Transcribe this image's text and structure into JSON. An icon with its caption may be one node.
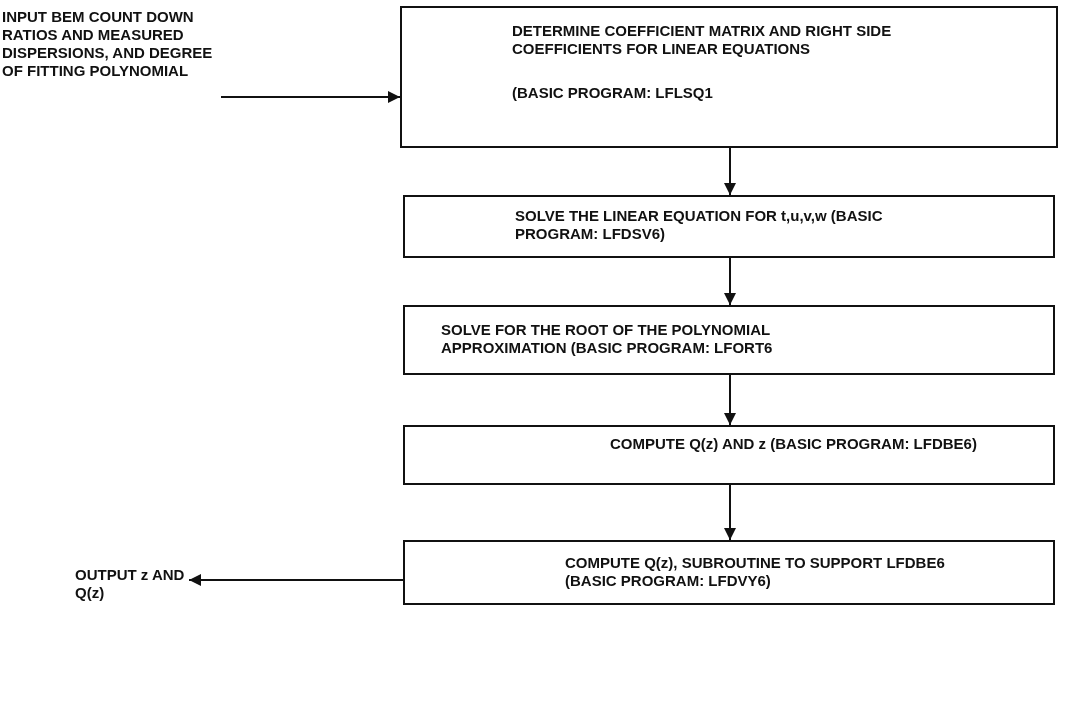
{
  "diagram": {
    "nodes": [
      {
        "text": [
          "INPUT BEM COUNT DOWN RATIOS AND MEASURED DISPERSIONS, AND DEGREE OF FITTING POLYNOMIAL"
        ]
      },
      {
        "text": [
          "DETERMINE COEFFICIENT MATRIX AND RIGHT SIDE COEFFICIENTS FOR LINEAR EQUATIONS",
          "(BASIC PROGRAM: LFLSQ1"
        ]
      },
      {
        "text": [
          "SOLVE THE LINEAR EQUATION FOR t,u,v,w (BASIC PROGRAM: LFDSV6)"
        ]
      },
      {
        "text": [
          "SOLVE FOR THE ROOT OF THE POLYNOMIAL APPROXIMATION (BASIC PROGRAM: LFORT6"
        ]
      },
      {
        "text": [
          "COMPUTE Q(z) AND z (BASIC PROGRAM: LFDBE6)"
        ]
      },
      {
        "text": [
          "COMPUTE Q(z), SUBROUTINE TO SUPPORT LFDBE6 (BASIC PROGRAM: LFDVY6)"
        ]
      },
      {
        "text": [
          "OUTPUT z AND Q(z)"
        ]
      }
    ],
    "edges": [
      {
        "from": 0,
        "to": 1,
        "arrow": "to"
      },
      {
        "from": 1,
        "to": 2,
        "arrow": "to"
      },
      {
        "from": 2,
        "to": 3,
        "arrow": "to"
      },
      {
        "from": 3,
        "to": 4,
        "arrow": "to"
      },
      {
        "from": 4,
        "to": 5,
        "arrow": "to"
      },
      {
        "from": 5,
        "to": 6,
        "arrow": "to"
      }
    ]
  }
}
